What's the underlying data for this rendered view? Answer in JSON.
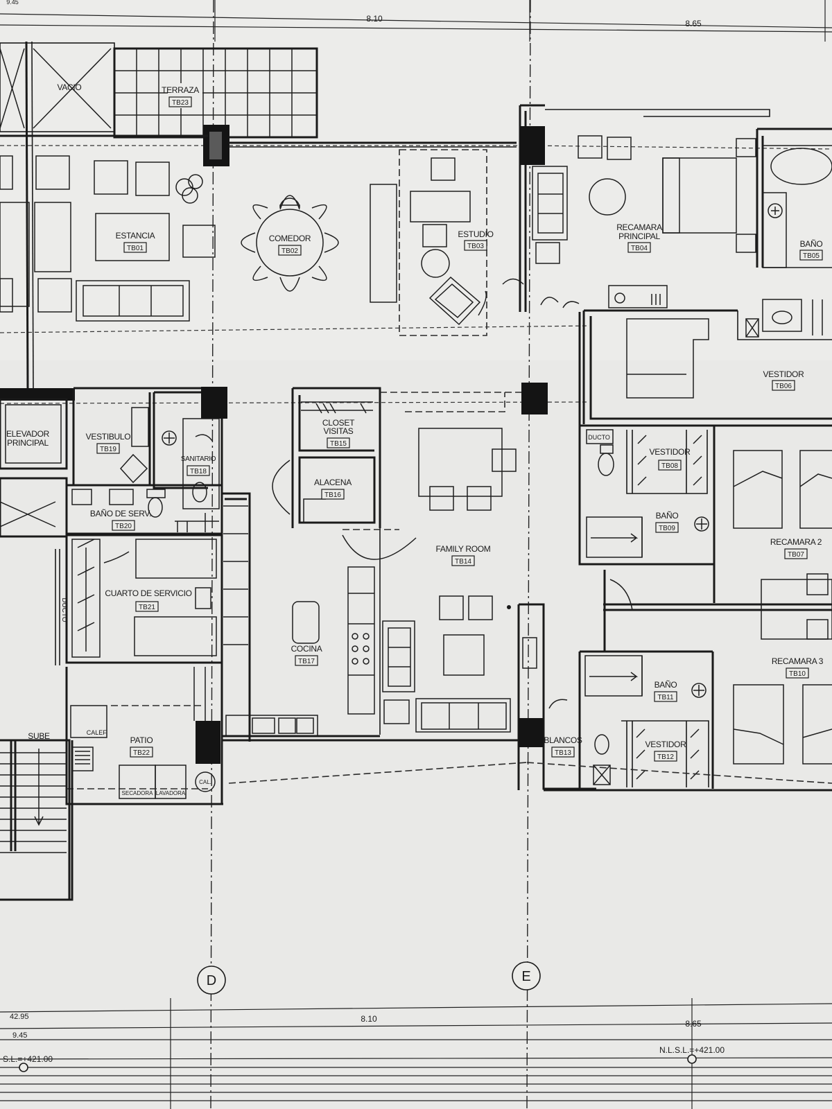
{
  "rooms": {
    "vacio": {
      "name": "VACIO"
    },
    "terraza": {
      "name": "TERRAZA",
      "code": "TB23"
    },
    "estancia": {
      "name": "ESTANCIA",
      "code": "TB01"
    },
    "comedor": {
      "name": "COMEDOR",
      "code": "TB02"
    },
    "estudio": {
      "name": "ESTUDIO",
      "code": "TB03"
    },
    "recamara_principal": {
      "name_line1": "RECAMARA",
      "name_line2": "PRINCIPAL",
      "code": "TB04"
    },
    "bano_principal": {
      "name": "BAÑO",
      "code": "TB05"
    },
    "vestidor_principal": {
      "name": "VESTIDOR",
      "code": "TB06"
    },
    "elevador": {
      "name_line1": "ELEVADOR",
      "name_line2": "PRINCIPAL"
    },
    "vestibulo": {
      "name": "VESTIBULO",
      "code": "TB19"
    },
    "sanitario": {
      "name": "SANITARIO",
      "code": "TB18"
    },
    "closet_visitas": {
      "name_line1": "CLOSET",
      "name_line2": "VISITAS",
      "code": "TB15"
    },
    "alacena": {
      "name": "ALACENA",
      "code": "TB16"
    },
    "bano_servicio": {
      "name": "BAÑO DE SERV.",
      "code": "TB20"
    },
    "cuarto_servicio": {
      "name": "CUARTO DE SERVICIO",
      "code": "TB21"
    },
    "family_room": {
      "name": "FAMILY ROOM",
      "code": "TB14"
    },
    "cocina": {
      "name": "COCINA",
      "code": "TB17"
    },
    "patio": {
      "name": "PATIO",
      "code": "TB22"
    },
    "blancos": {
      "name": "BLANCOS",
      "code": "TB13"
    },
    "vestidor_2": {
      "name": "VESTIDOR",
      "code": "TB08"
    },
    "bano_2": {
      "name": "BAÑO",
      "code": "TB09"
    },
    "recamara_2": {
      "name": "RECAMARA 2",
      "code": "TB07"
    },
    "recamara_3": {
      "name": "RECAMARA 3",
      "code": "TB10"
    },
    "bano_3": {
      "name": "BAÑO",
      "code": "TB11"
    },
    "vestidor_3": {
      "name": "VESTIDOR",
      "code": "TB12"
    }
  },
  "labels": {
    "ducto_left": "DUCTO",
    "ducto_right": "DUCTO",
    "sube": "SUBE",
    "calef": "CALEF.",
    "secadora": "SECADORA",
    "lavadora": "LAVADORA",
    "cal": "CAL."
  },
  "axes": {
    "d": "D",
    "e": "E"
  },
  "dimensions": {
    "top_left_span": "8.10",
    "top_right_span": "8.65",
    "bottom_left_span": "8.10",
    "bottom_right_span": "8.65",
    "left_total_1": "42.95",
    "left_total_2": "9.45",
    "level_left": "S.L.=+421.00",
    "level_right": "N.L.S.L.=+421.00",
    "top_corner": "9.45"
  }
}
